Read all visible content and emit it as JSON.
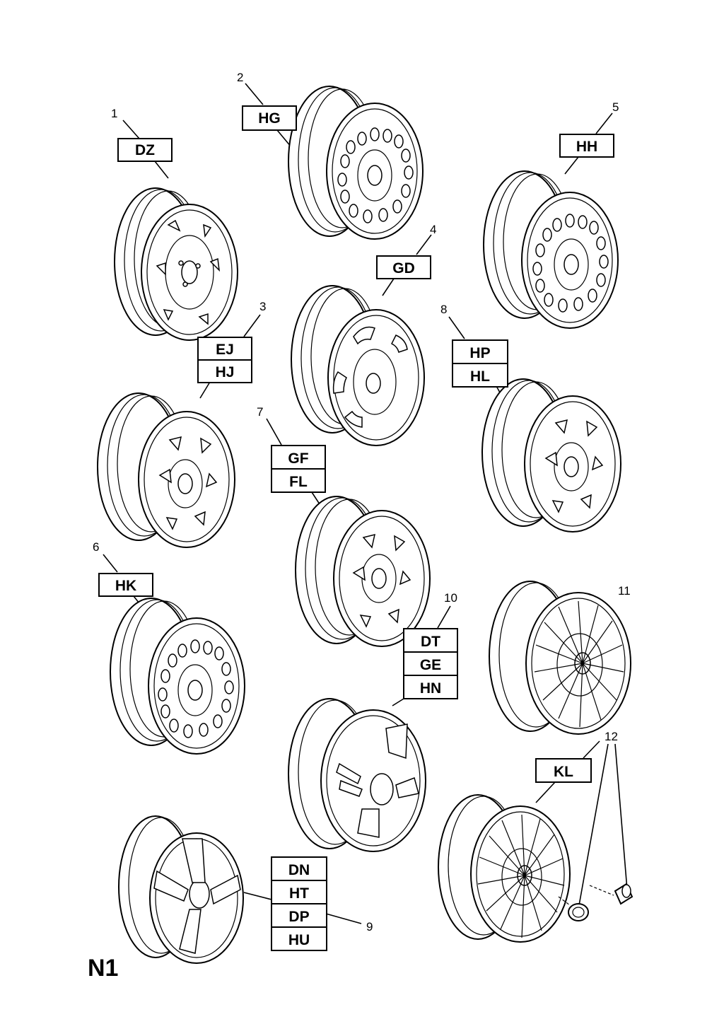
{
  "page_code": "N1",
  "callouts": [
    {
      "number": "1",
      "codes": [
        "DZ"
      ]
    },
    {
      "number": "2",
      "codes": [
        "HG"
      ]
    },
    {
      "number": "3",
      "codes": [
        "EJ",
        "HJ"
      ]
    },
    {
      "number": "4",
      "codes": [
        "GD"
      ]
    },
    {
      "number": "5",
      "codes": [
        "HH"
      ]
    },
    {
      "number": "6",
      "codes": [
        "HK"
      ]
    },
    {
      "number": "7",
      "codes": [
        "GF",
        "FL"
      ]
    },
    {
      "number": "8",
      "codes": [
        "HP",
        "HL"
      ]
    },
    {
      "number": "9",
      "codes": [
        "DN",
        "HT",
        "DP",
        "HU"
      ]
    },
    {
      "number": "10",
      "codes": [
        "DT",
        "GE",
        "HN"
      ]
    },
    {
      "number": "11",
      "codes": []
    },
    {
      "number": "12",
      "codes": [
        "KL"
      ]
    }
  ]
}
